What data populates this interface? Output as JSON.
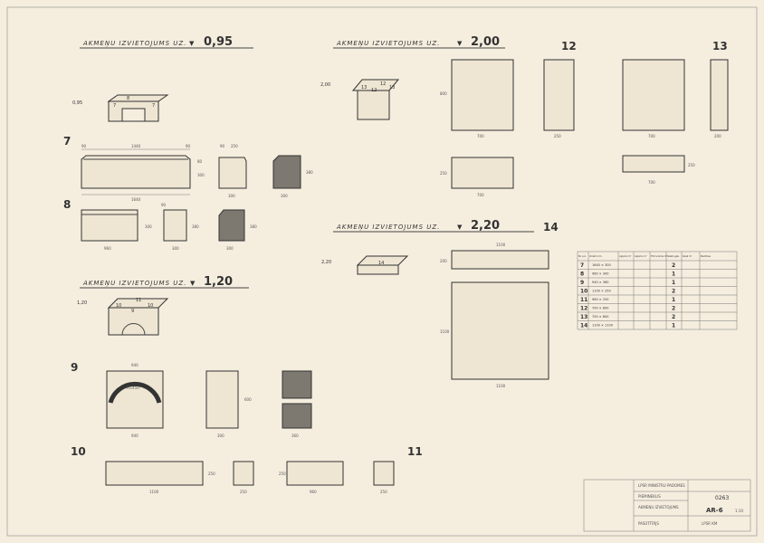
{
  "headings": {
    "h095": {
      "label": "AKMEŅU IZVIETOJUMS UZ.",
      "level": "0,95"
    },
    "h200": {
      "label": "AKMEŅU IZVIETOJUMS UZ.",
      "level": "2,00"
    },
    "h120": {
      "label": "AKMEŅU IZVIETOJUMS UZ.",
      "level": "1,20"
    },
    "h220": {
      "label": "AKMEŅU IZVIETOJUMS UZ.",
      "level": "2,20"
    }
  },
  "level_marks": {
    "l095": "0,95",
    "l200": "2,00",
    "l120": "1,20",
    "l220": "2,20"
  },
  "stone_numbers": {
    "n7": "7",
    "n8": "8",
    "n9": "9",
    "n10": "10",
    "n11": "11",
    "n12": "12",
    "n13": "13",
    "n14": "14"
  },
  "iso_labels": {
    "a7": "7",
    "a8": "8",
    "a7b": "7",
    "b12": "12",
    "b13": "13",
    "b12b": "12",
    "b13b": "13",
    "c10": "10",
    "c11": "11",
    "c10b": "10",
    "c9": "9",
    "d14": "14"
  },
  "dimensions": {
    "d7_top_l": "90",
    "d7_top_m": "1440",
    "d7_top_r": "90",
    "d7_bottom": "1640",
    "d7_h1": "80",
    "d7_h2": "300",
    "d7_side_w": "300",
    "d7_side_t": "90",
    "d7_side_t2": "250",
    "d7_sec_w": "300",
    "d7_sec_h": "380",
    "d8_bottom": "960",
    "d8_h": "300",
    "d8_side_w": "300",
    "d8_side_h": "380",
    "d8_sec_w": "300",
    "d8_sec_h": "380",
    "d8_r": "90",
    "d9_top": "940",
    "d9_bottom": "940",
    "d9_h": "600",
    "d9_side_w": "300",
    "d9_sec_w": "360",
    "d9_r": "R=450",
    "d10_w": "1100",
    "d10_h": "250",
    "d10_end": "250",
    "d11_w": "960",
    "d11_h": "250",
    "d11_end": "250",
    "d12_w": "700",
    "d12_h": "800",
    "d12_side": "250",
    "d12_plan_w": "700",
    "d12_plan_h": "250",
    "d13_w": "700",
    "d13_side": "200",
    "d13_plan_w": "700",
    "d13_plan_h": "250",
    "d14_top": "1100",
    "d14_h": "200",
    "d14_w": "1100",
    "d14_side": "1100"
  },
  "table": {
    "headers": [
      "Nr. p.k.",
      "Izmēri mm",
      "Apjoms m³",
      "Apjoms m³",
      "Tīrā virsma m²",
      "Skaits gab.",
      "Kopā m³",
      "Piezīmes"
    ],
    "rows": [
      {
        "nr": "7",
        "size": "1640 × 300",
        "qty": "2"
      },
      {
        "nr": "8",
        "size": "960 × 300",
        "qty": "1"
      },
      {
        "nr": "9",
        "size": "940 × 360",
        "qty": "1"
      },
      {
        "nr": "10",
        "size": "1100 × 250",
        "qty": "2"
      },
      {
        "nr": "11",
        "size": "960 × 250",
        "qty": "1"
      },
      {
        "nr": "12",
        "size": "700 × 800",
        "qty": "2"
      },
      {
        "nr": "13",
        "size": "700 × 800",
        "qty": "2"
      },
      {
        "nr": "14",
        "size": "1100 × 1100",
        "qty": "1"
      }
    ]
  },
  "title_block": {
    "project": "LPSR MINISTRU PADOMES",
    "object": "PIEMINEKLIS",
    "sheet_title": "AKMEŅU IZVIETOJUMS",
    "drawing_no": "0263",
    "sheet": "AR-6",
    "scale": "1:10",
    "stage": "PASŪTĪTĀJS",
    "org": "LPSR KM"
  },
  "colors": {
    "paper": "#f5eedf",
    "ink": "#333333",
    "section": "#7d7870"
  }
}
